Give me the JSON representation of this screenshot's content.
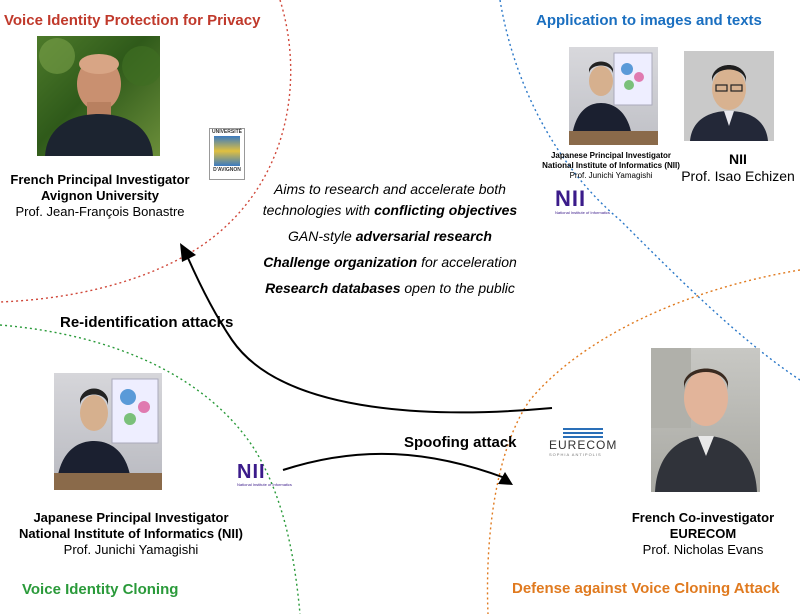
{
  "quadrants": {
    "top_left_title": "Voice Identity Protection for Privacy",
    "top_right_title": "Application to images and texts",
    "bottom_left_title": "Voice Identity Cloning",
    "bottom_right_title": "Defense against Voice Cloning Attack"
  },
  "colors": {
    "top_left": "#c0392b",
    "top_right": "#1a6fc0",
    "bottom_left": "#2a9a3a",
    "bottom_right": "#e07a1f",
    "nii": "#3b1b8a"
  },
  "people": {
    "bonastre": {
      "role": "French Principal Investigator",
      "org": "Avignon University",
      "name": "Prof. Jean-François Bonastre"
    },
    "yamagishi_small": {
      "role": "Japanese Principal Investigator",
      "org": "National Institute of Informatics (NII)",
      "name": "Prof. Junichi Yamagishi"
    },
    "echizen": {
      "org": "NII",
      "name": "Prof. Isao Echizen"
    },
    "yamagishi": {
      "role": "Japanese Principal Investigator",
      "org": "National Institute of Informatics (NII)",
      "name": "Prof. Junichi Yamagishi"
    },
    "evans": {
      "role": "French Co-investigator",
      "org": "EURECOM",
      "name": "Prof. Nicholas Evans"
    }
  },
  "center": {
    "line1": "Aims to research and accelerate both",
    "line2a": "technologies with ",
    "line2b": "conflicting objectives",
    "line3a": "GAN-style ",
    "line3b": "adversarial research",
    "line4a": "Challenge organization",
    "line4b": " for acceleration",
    "line5a": "Research databases",
    "line5b": " open to the public"
  },
  "arrows": {
    "reidentification": "Re-identification attacks",
    "spoofing": "Spoofing attack"
  },
  "logos": {
    "avignon_text1": "UNIVERSITÉ",
    "avignon_text2": "D'AVIGNON",
    "nii_text": "NII",
    "nii_sub": "National Institute of Informatics",
    "eurecom_text": "EURECOM",
    "eurecom_sub": "SOPHIA ANTIPOLIS"
  }
}
